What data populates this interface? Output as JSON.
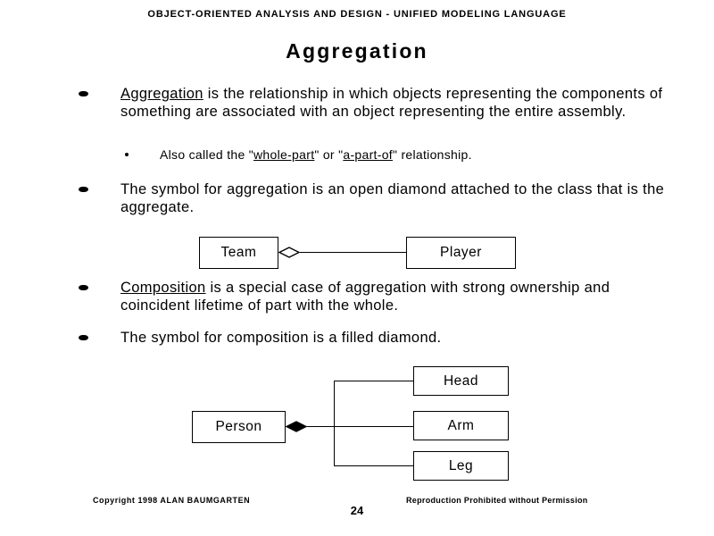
{
  "slide": {
    "header": "OBJECT-ORIENTED ANALYSIS AND DESIGN - UNIFIED MODELING LANGUAGE",
    "title": "Aggregation",
    "page_number": "24",
    "background_color": "#ffffff",
    "text_color": "#000000"
  },
  "bullets": [
    {
      "id": "bullet-aggregation-definition",
      "marker": "oval-bullet",
      "segments": [
        {
          "text": "Aggregation",
          "underline": true
        },
        {
          "text": " is the relationship in which objects representing the components of something are associated with an object representing the entire assembly.",
          "underline": false
        }
      ],
      "plain_text": "Aggregation is the relationship in which objects representing the components of something are associated with an object representing the entire assembly."
    },
    {
      "id": "bullet-open-diamond",
      "marker": "oval-bullet",
      "segments": [
        {
          "text": "The symbol for aggregation is an open diamond attached to the class that is the aggregate.",
          "underline": false
        }
      ],
      "plain_text": "The symbol for aggregation is an open diamond attached to the class that is the aggregate."
    },
    {
      "id": "bullet-composition-definition",
      "marker": "oval-bullet",
      "segments": [
        {
          "text": "Composition",
          "underline": true
        },
        {
          "text": " is a special case of aggregation with strong ownership and coincident lifetime of part with the whole.",
          "underline": false
        }
      ],
      "plain_text": "Composition is a special case of aggregation with strong ownership and coincident lifetime of part with the whole."
    },
    {
      "id": "bullet-filled-diamond",
      "marker": "oval-bullet",
      "segments": [
        {
          "text": "The symbol for composition is a filled diamond.",
          "underline": false
        }
      ],
      "plain_text": "The symbol for composition is a filled diamond."
    }
  ],
  "sub_bullets": [
    {
      "id": "sub-bullet-whole-part",
      "marker": "round-bullet",
      "segments": [
        {
          "text": "Also called the \"",
          "underline": false
        },
        {
          "text": "whole-part",
          "underline": true
        },
        {
          "text": "\" or \"",
          "underline": false
        },
        {
          "text": "a-part-of",
          "underline": true
        },
        {
          "text": "\" relationship.",
          "underline": false
        }
      ],
      "plain_text": "Also called the \"whole-part\" or \"a-part-of\" relationship."
    }
  ],
  "diagrams": {
    "aggregation": {
      "name": "team-player-aggregation",
      "relationship": "aggregation",
      "diamond_style": "open",
      "whole": "Team",
      "parts": [
        "Player"
      ]
    },
    "composition": {
      "name": "person-parts-composition",
      "relationship": "composition",
      "diamond_style": "filled",
      "whole": "Person",
      "parts": [
        "Head",
        "Arm",
        "Leg"
      ]
    }
  },
  "footer": {
    "copyright": "Copyright 1998  ALAN BAUMGARTEN",
    "notice": "Reproduction Prohibited without Permission"
  }
}
